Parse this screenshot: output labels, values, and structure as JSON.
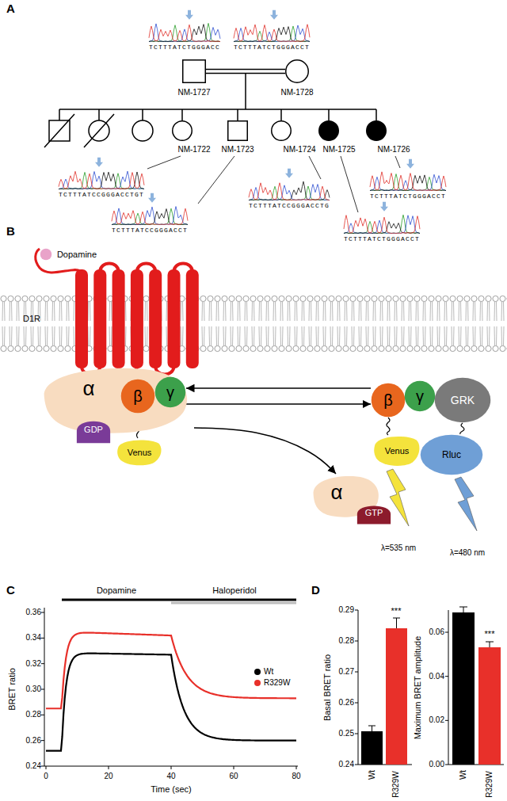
{
  "diagram": {
    "nodes": [
      {
        "text": [
          "NM-1727"
        ]
      },
      {
        "text": [
          "NM-1728"
        ]
      },
      {
        "text": [
          "NM-1722"
        ]
      },
      {
        "text": [
          "NM-1723"
        ]
      },
      {
        "text": [
          "NM-1724"
        ]
      },
      {
        "text": [
          "NM-1725"
        ]
      },
      {
        "text": [
          "NM-1726"
        ]
      },
      {
        "text": [
          "Dopamine"
        ]
      },
      {
        "text": [
          "D1R"
        ]
      },
      {
        "text": [
          "α"
        ]
      },
      {
        "text": [
          "GDP"
        ]
      },
      {
        "text": [
          "β"
        ]
      },
      {
        "text": [
          "γ"
        ]
      },
      {
        "text": [
          "Venus"
        ]
      },
      {
        "text": [
          "α"
        ]
      },
      {
        "text": [
          "GTP"
        ]
      },
      {
        "text": [
          "β"
        ]
      },
      {
        "text": [
          "γ"
        ]
      },
      {
        "text": [
          "GRK"
        ]
      },
      {
        "text": [
          "Venus"
        ]
      },
      {
        "text": [
          "Rluc"
        ]
      }
    ],
    "edges": [
      {
        "from": 0,
        "to": 1,
        "arrow": "none"
      },
      {
        "from": 16,
        "to": 12,
        "arrow": "to"
      },
      {
        "from": 12,
        "to": 16,
        "arrow": "to"
      },
      {
        "from": 9,
        "to": 14,
        "arrow": "to"
      }
    ],
    "labels": [
      "A",
      "TCTTTATCTGGGACC",
      "TCTTTATCTGGGACCT",
      "TCTTTATCCGGGACCTGT",
      "TCTTTATCCGGGACCT",
      "TCTTTATCCGGGACCTG",
      "TCTTTATCTGGGACCT",
      "TCTTTATCTGGGACCT",
      "B",
      "λ=535 nm",
      "λ=480 nm",
      "C",
      "Dopamine",
      "Haloperidol",
      "BRET ratio",
      "0.36",
      "0.34",
      "0.32",
      "0.30",
      "0.28",
      "0.26",
      "0.24",
      "0",
      "20",
      "40",
      "60",
      "80",
      "Time (sec)",
      "D",
      "Basal BRET ratio",
      "0.29",
      "0.28",
      "0.27",
      "0.26",
      "0.25",
      "0.24",
      "Wt",
      "R329W",
      "***",
      "Maximum BRET amplitude",
      "0.06",
      "0.04",
      "0.02",
      "0.00",
      "Wt",
      "R329W",
      "***"
    ],
    "legend": [
      {
        "text": "Wt",
        "color": "#000000"
      },
      {
        "text": "R329W",
        "color": "#e8302a"
      }
    ]
  }
}
